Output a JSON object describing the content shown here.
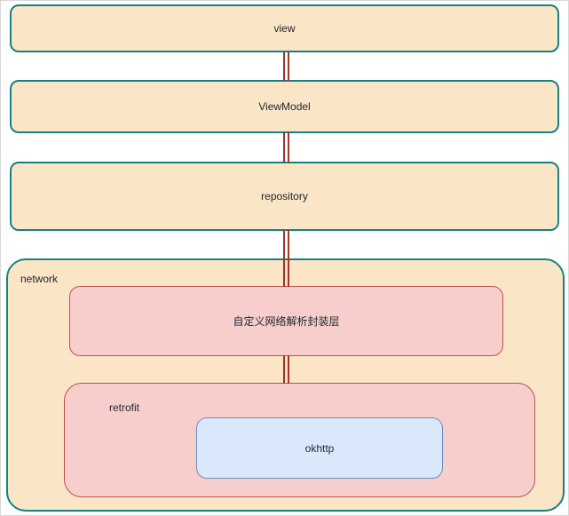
{
  "nodes": {
    "view": {
      "label": "view"
    },
    "viewmodel": {
      "label": "ViewModel"
    },
    "repository": {
      "label": "repository"
    },
    "network": {
      "label": "network"
    },
    "parser": {
      "label": "自定义网络解析封装层"
    },
    "retrofit": {
      "label": "retrofit"
    },
    "okhttp": {
      "label": "okhttp"
    }
  },
  "edges": [
    {
      "from": "view",
      "to": "viewmodel",
      "style": "double-line-vertical"
    },
    {
      "from": "viewmodel",
      "to": "repository",
      "style": "double-line-vertical"
    },
    {
      "from": "repository",
      "to": "parser",
      "style": "double-line-vertical"
    },
    {
      "from": "parser",
      "to": "retrofit",
      "style": "double-line-vertical"
    }
  ],
  "colors": {
    "layer_fill": "#FAE5C7",
    "layer_border": "#15827D",
    "module_fill": "#F8CECC",
    "module_border": "#B85450",
    "inner_fill": "#DAE8FC",
    "inner_border": "#6C8EBF",
    "connector": "#A0352B",
    "text": "#212830",
    "background": "#FFFFFF"
  }
}
